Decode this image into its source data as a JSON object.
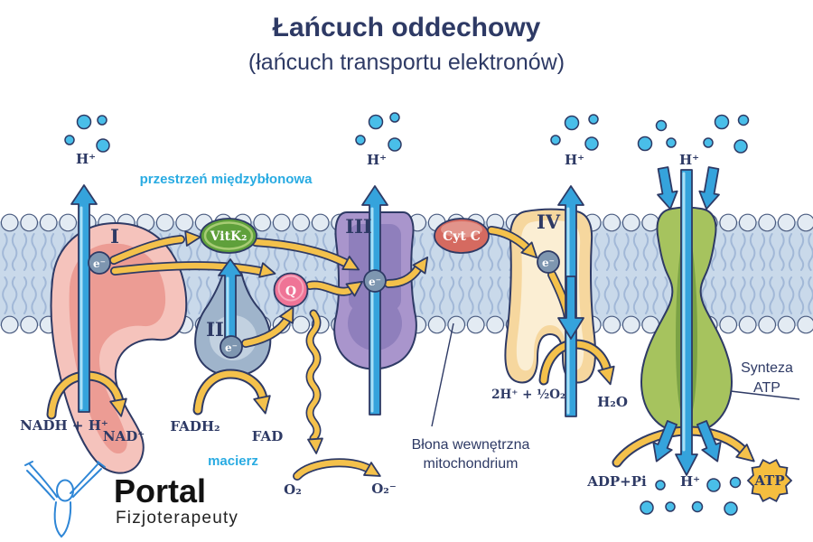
{
  "title": {
    "main": "Łańcuch oddechowy",
    "subtitle": "(łańcuch transportu elektronów)"
  },
  "regions": {
    "intermembrane_space": "przestrzeń międzybłonowa",
    "matrix": "macierz",
    "membrane_line1": "Błona wewnętrzna",
    "membrane_line2": "mitochondrium"
  },
  "complexes": {
    "i": "I",
    "ii": "II",
    "iii": "III",
    "iv": "IV"
  },
  "carriers": {
    "vitk2": "VitK₂",
    "q": "Q",
    "cytc": "Cyt C",
    "electron": "e⁻"
  },
  "synthase": {
    "label_line1": "Synteza",
    "label_line2": "ATP"
  },
  "molecules": {
    "nadh": "NADH + H⁺",
    "nad": "NAD⁺",
    "fadh2": "FADH₂",
    "fad": "FAD",
    "o2": "O₂",
    "superoxide": "O₂⁻",
    "oxygen_half": "2H⁺ + ½O₂",
    "water": "H₂O",
    "adp": "ADP+Pi",
    "atp": "ATP",
    "proton": "H⁺"
  },
  "logo": {
    "name": "Portal",
    "tagline": "Fizjoterapeuty"
  },
  "colors": {
    "accent_cyan": "#29ABE2",
    "navy": "#2E3A65",
    "arrow_yellow": "#F4C14B",
    "arrow_blue": "#35A3DC",
    "complex_i": "#F5C3BC",
    "complex_ii": "#A9BDD1",
    "complex_iii": "#A995CC",
    "complex_iv": "#F6D79E",
    "synthase_green": "#A6C35E"
  }
}
